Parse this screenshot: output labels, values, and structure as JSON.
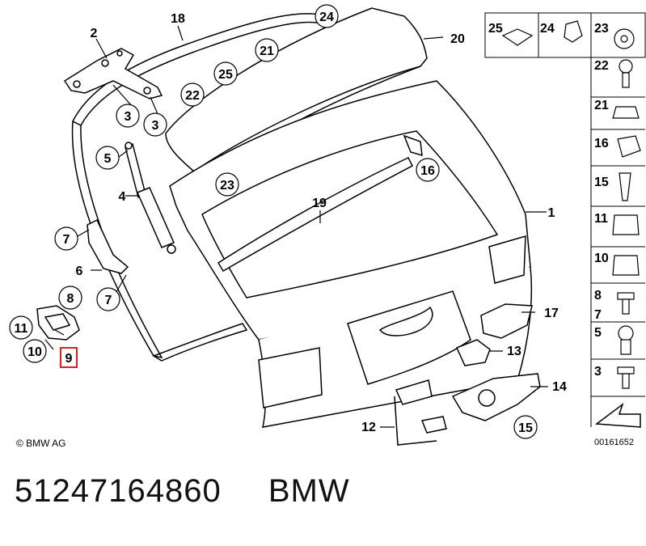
{
  "diagram": {
    "callouts": {
      "c1": "1",
      "c2": "2",
      "c3a": "3",
      "c3b": "3",
      "c4": "4",
      "c5": "5",
      "c6": "6",
      "c7a": "7",
      "c7b": "7",
      "c8": "8",
      "c9": "9",
      "c10": "10",
      "c11": "11",
      "c12": "12",
      "c13": "13",
      "c14": "14",
      "c15": "15",
      "c16": "16",
      "c17": "17",
      "c18": "18",
      "c19": "19",
      "c20": "20",
      "c21": "21",
      "c22": "22",
      "c23": "23",
      "c24": "24",
      "c25": "25"
    },
    "side_panel": {
      "row1": [
        "25",
        "24",
        "23"
      ],
      "rows": [
        "22",
        "21",
        "16",
        "15",
        "11",
        "10",
        "8",
        "7",
        "5",
        "3"
      ]
    },
    "highlight_color": "#e0201c",
    "copyright": "© BMW AG",
    "image_code": "00161652"
  },
  "part_info": {
    "part_number": "51247164860",
    "brand": "BMW"
  }
}
